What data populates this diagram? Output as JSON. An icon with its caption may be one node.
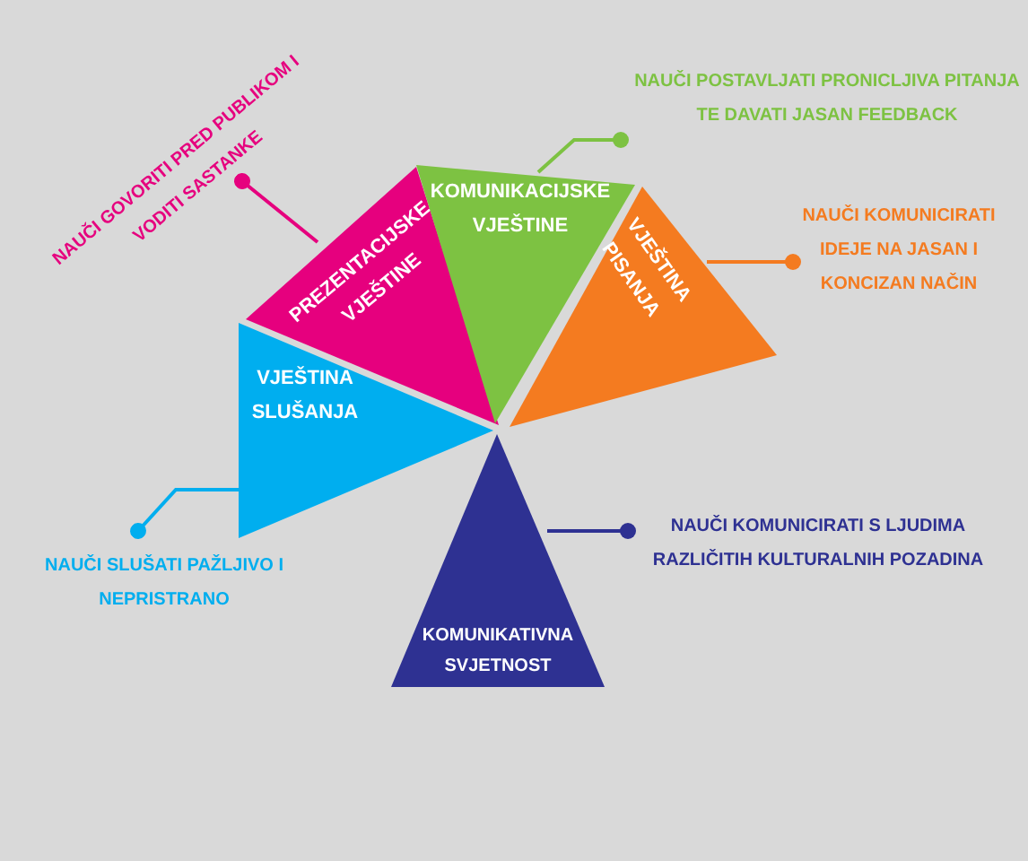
{
  "diagram": {
    "nodes": [
      {
        "text": [
          "PREZENTACIJSKE VJEŠTINE"
        ]
      },
      {
        "text": [
          "KOMUNIKACIJSKE VJEŠTINE"
        ]
      },
      {
        "text": [
          "VJEŠTINA PISANJA"
        ]
      },
      {
        "text": [
          "VJEŠTINA SLUŠANJA"
        ]
      },
      {
        "text": [
          "KOMUNIKATIVNA SVJETNOST"
        ]
      },
      {
        "text": [
          "NAUČI GOVORITI PRED PUBLIKOM I VODITI SASTANKE"
        ]
      },
      {
        "text": [
          "NAUČI POSTAVLJATI PRONICLJIVA PITANJA TE DAVATI JASAN FEEDBACK"
        ]
      },
      {
        "text": [
          "NAUČI KOMUNICIRATI IDEJE NA JASAN I KONCIZAN NAČIN"
        ]
      },
      {
        "text": [
          "NAUČI SLUŠATI PAŽLJIVO I NEPRISTRANO"
        ]
      },
      {
        "text": [
          "NAUČI KOMUNICIRATI S LJUDIMA RAZLIČITIH KULTURALNIH POZADINA"
        ]
      }
    ],
    "edges": [
      {
        "from": 0,
        "to": 5,
        "arrow": "other",
        "color": "#e6007e"
      },
      {
        "from": 1,
        "to": 6,
        "arrow": "other",
        "color": "#7dc242"
      },
      {
        "from": 2,
        "to": 7,
        "arrow": "other",
        "color": "#f47b20"
      },
      {
        "from": 3,
        "to": 8,
        "arrow": "other",
        "color": "#00aeef"
      },
      {
        "from": 4,
        "to": 9,
        "arrow": "other",
        "color": "#2e3192"
      }
    ]
  }
}
